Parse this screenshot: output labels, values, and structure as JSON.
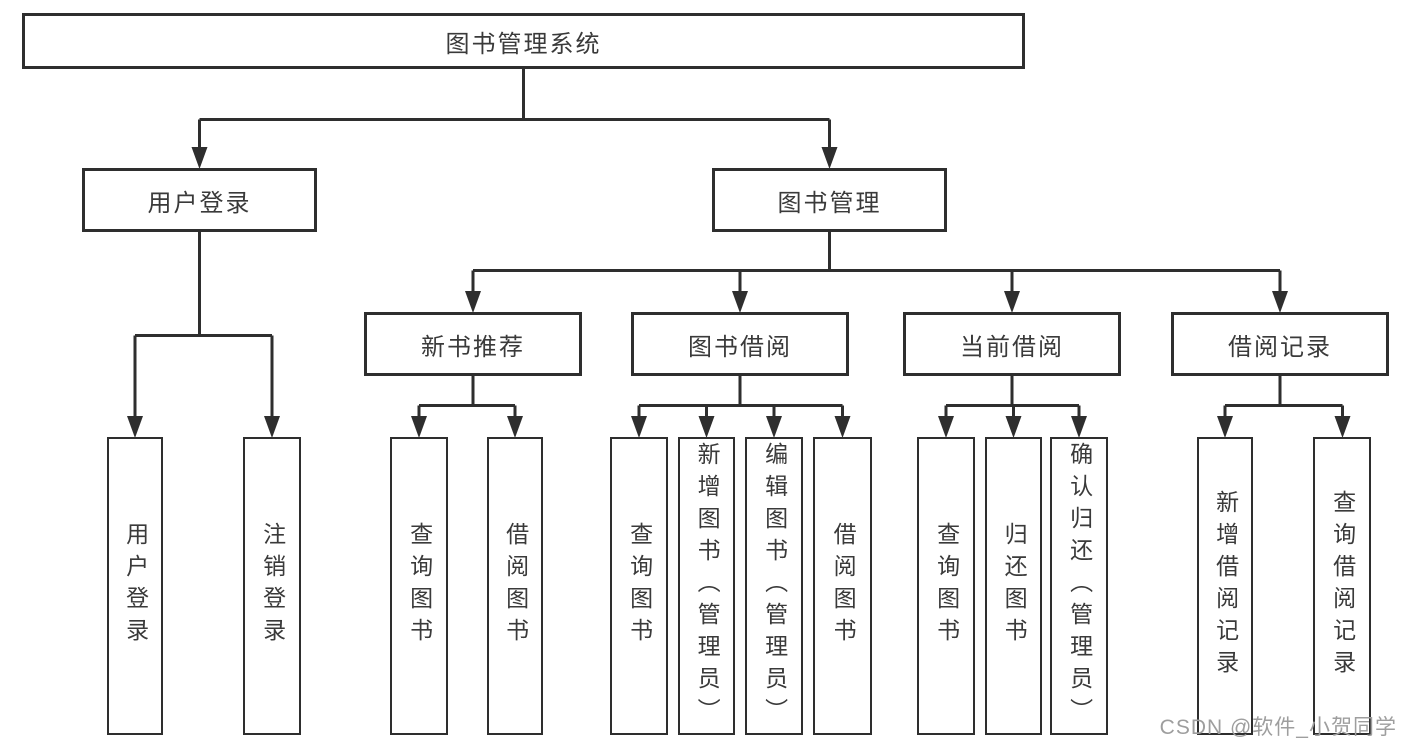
{
  "diagram": {
    "root": {
      "label": "图书管理系统"
    },
    "user_login": {
      "label": "用户登录",
      "children": [
        {
          "label": "用户登录"
        },
        {
          "label": "注销登录"
        }
      ]
    },
    "book_management": {
      "label": "图书管理",
      "groups": [
        {
          "label": "新书推荐",
          "children": [
            {
              "label": "查询图书"
            },
            {
              "label": "借阅图书"
            }
          ]
        },
        {
          "label": "图书借阅",
          "children": [
            {
              "label": "查询图书"
            },
            {
              "label": "新增图书（管理员）"
            },
            {
              "label": "编辑图书（管理员）"
            },
            {
              "label": "借阅图书"
            }
          ]
        },
        {
          "label": "当前借阅",
          "children": [
            {
              "label": "查询图书"
            },
            {
              "label": "归还图书"
            },
            {
              "label": "确认归还（管理员）"
            }
          ]
        },
        {
          "label": "借阅记录",
          "children": [
            {
              "label": "新增借阅记录"
            },
            {
              "label": "查询借阅记录"
            }
          ]
        }
      ]
    },
    "watermark": {
      "text": "CSDN @软件_小贺同学"
    }
  },
  "colors": {
    "line": "#2e2e2e",
    "border": "#2e2e2e",
    "text": "#3a3a3a",
    "watermark": "#9e9e9e",
    "background": "#ffffff"
  }
}
